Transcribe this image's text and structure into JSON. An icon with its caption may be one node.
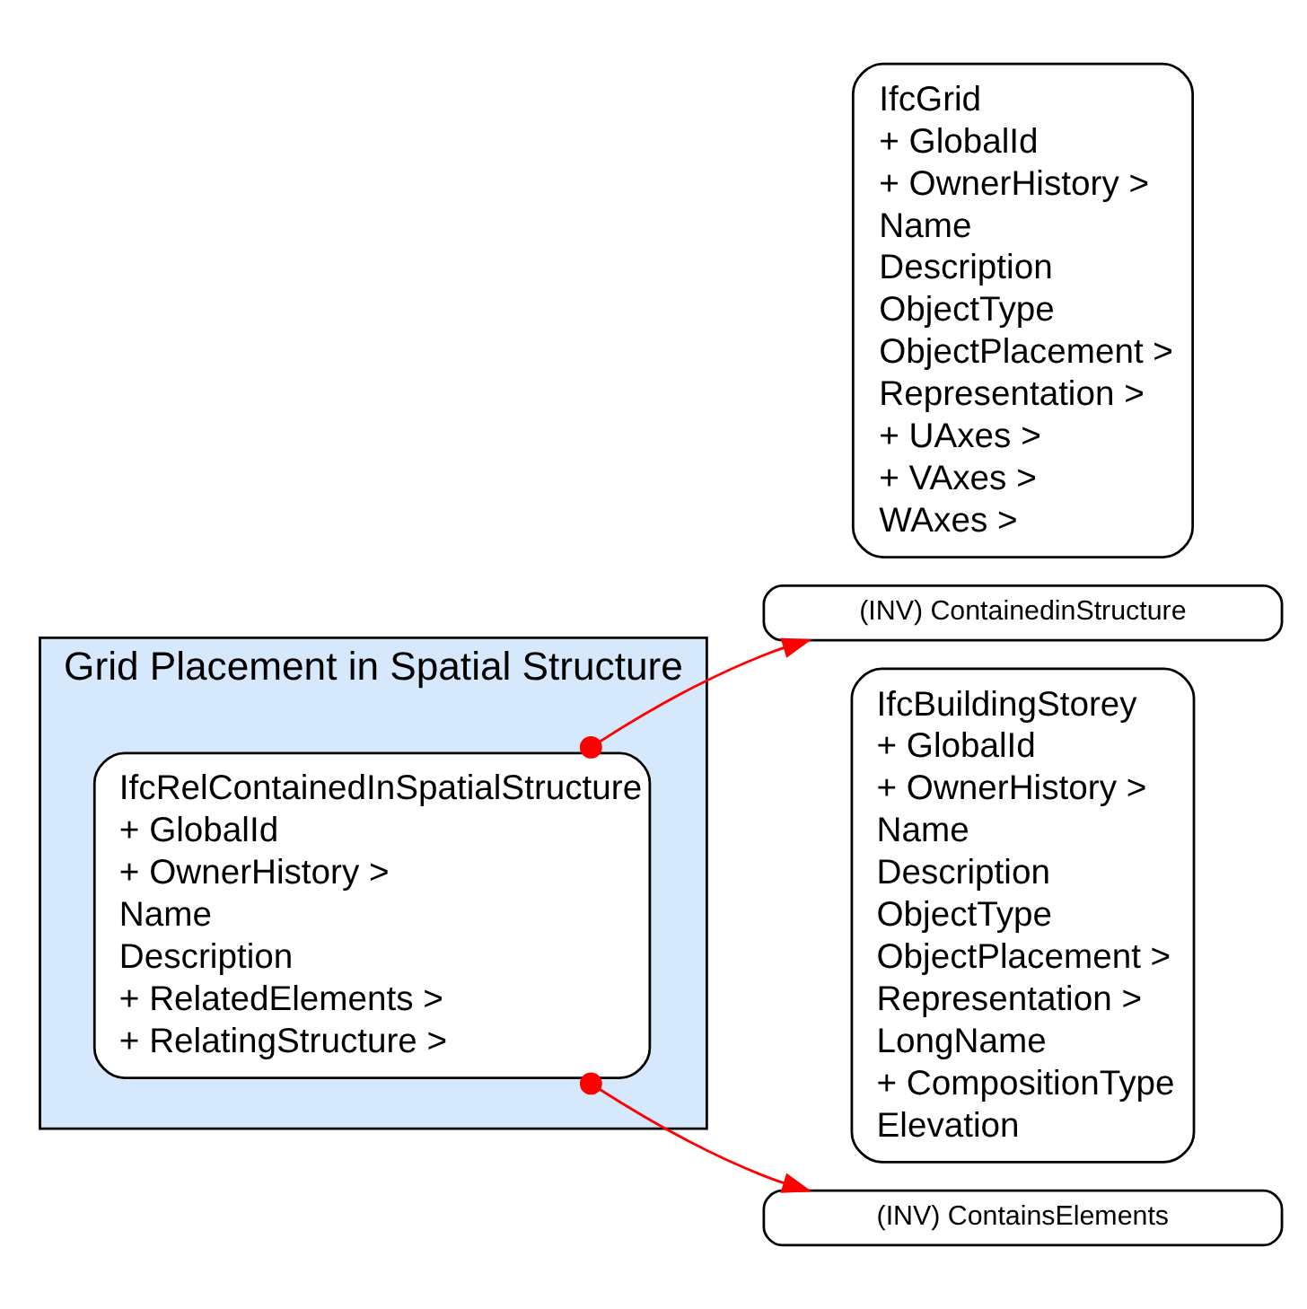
{
  "diagram": {
    "nodes": [
      {
        "text": [
          "Grid Placement in Spatial Structure"
        ]
      },
      {
        "text": [
          "IfcRelContainedInSpatialStructure",
          "+ GlobalId",
          "+ OwnerHistory >",
          "Name",
          "Description",
          "+ RelatedElements >",
          "+ RelatingStructure >"
        ],
        "in": 0
      },
      {
        "text": [
          "IfcGrid",
          "+ GlobalId",
          "+ OwnerHistory >",
          "Name",
          "Description",
          "ObjectType",
          "ObjectPlacement >",
          "Representation >",
          "+ UAxes >",
          "+ VAxes >",
          "WAxes >"
        ]
      },
      {
        "text": [
          "(INV) ContainedinStructure"
        ]
      },
      {
        "text": [
          "IfcBuildingStorey",
          "+ GlobalId",
          "+ OwnerHistory >",
          "Name",
          "Description",
          "ObjectType",
          "ObjectPlacement >",
          "Representation >",
          "LongName",
          "+ CompositionType",
          "Elevation"
        ]
      },
      {
        "text": [
          "(INV) ContainsElements"
        ]
      }
    ],
    "edges": [
      {
        "from": 1,
        "to": 3,
        "arrow": "to",
        "color": "#ff0000"
      },
      {
        "from": 1,
        "to": 5,
        "arrow": "to",
        "color": "#ff0000"
      }
    ]
  }
}
